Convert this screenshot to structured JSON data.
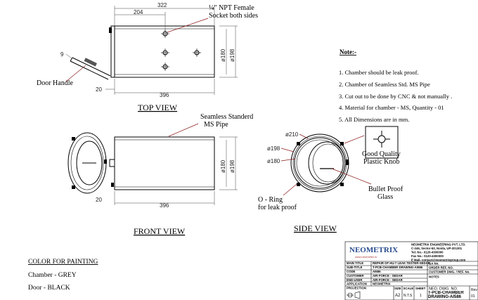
{
  "top_view": {
    "title": "TOP VIEW",
    "dim_overall": "322",
    "dim_hole": "204",
    "dim_length": "396",
    "dim_flange": "20",
    "dim_door": "9",
    "dim_d180": "ø180",
    "dim_d198": "ø198",
    "socket_label_line1": "¼\" NPT Female",
    "socket_label_line2": "Socket both sides",
    "door_handle_label": "Door Handle"
  },
  "front_view": {
    "title": "FRONT VIEW",
    "pipe_label_line1": "Seamless Standerd",
    "pipe_label_line2": "MS Pipe",
    "dim_length": "396",
    "dim_flange": "20",
    "dim_d180": "ø180",
    "dim_d198": "ø198"
  },
  "side_view": {
    "title": "SIDE VIEW",
    "dim_d210": "ø210",
    "dim_d198": "ø198",
    "dim_d180": "ø180",
    "knob_label_line1": "Good Quality",
    "knob_label_line2": "Plastic Knob",
    "oring_label_line1": "O - Ring",
    "oring_label_line2": "for leak proof",
    "glass_label_line1": "Bullet Proof",
    "glass_label_line2": "Glass"
  },
  "notes": {
    "heading": "Note:-",
    "items": [
      "1. Chamber should be leak proof.",
      "2. Chamber of Seamless Std. MS Pipe",
      "3. Cut out to be done by CNC & not manually .",
      "4. Material for chamber - MS, Quantity - 01",
      "5. All Dimensions are in mm."
    ]
  },
  "painting": {
    "heading": "COLOR FOR PAINTING",
    "chamber": "Chamber  - GREY",
    "door": "Door - BLACK"
  },
  "title_block": {
    "logo": "NEOMETRIX",
    "website": "www.neometrix.in",
    "company_line1": "NEOMETRIX ENGINEERING PVT. LTD.",
    "company_line2": "C-246, Sector-63, Noida, UP-201301",
    "company_line3": "Tel. No.- 0120-4300000",
    "company_line4": "Fax No.- 0120-4300000",
    "company_line5": "E Mail- contact@neometrixgroup.com",
    "rows": [
      {
        "label": "MAIN TITLE",
        "value": "REPAIR OF HU-7 LEAK TESTER-SEDAR"
      },
      {
        "label": "SUB-TITLE",
        "value": "T-PCB-CHAMBER DRAWING-AI586"
      },
      {
        "label": "CODE",
        "value": "AI586"
      },
      {
        "label": "CUSTOMER",
        "value": "AIR-FORCE - SEDAR"
      },
      {
        "label": "END-USER",
        "value": "AIR-FORCE - SEDAR"
      },
      {
        "label": "APPLICATION",
        "value": "NEOMETRIX"
      }
    ],
    "ga_no": "GA No.",
    "order_ref": "ORDER REF. NO.",
    "customer_dwg": "CUSTOMER DWG. / REF. No.",
    "notes_label": "NOTES",
    "projection": "PROJECTION",
    "size_label": "SIZE",
    "size_value": "A2",
    "scale_label": "SCALE",
    "scale_value": "N.T.S",
    "sheet_label": "SHEET",
    "sheet_value": "1",
    "dwg_no_label": "NEO. DWG. NO.",
    "dwg_no_value": "T-PCB-CHAMBER DRAWING-AI586",
    "rev_label": "Rev",
    "rev_value": "01"
  }
}
